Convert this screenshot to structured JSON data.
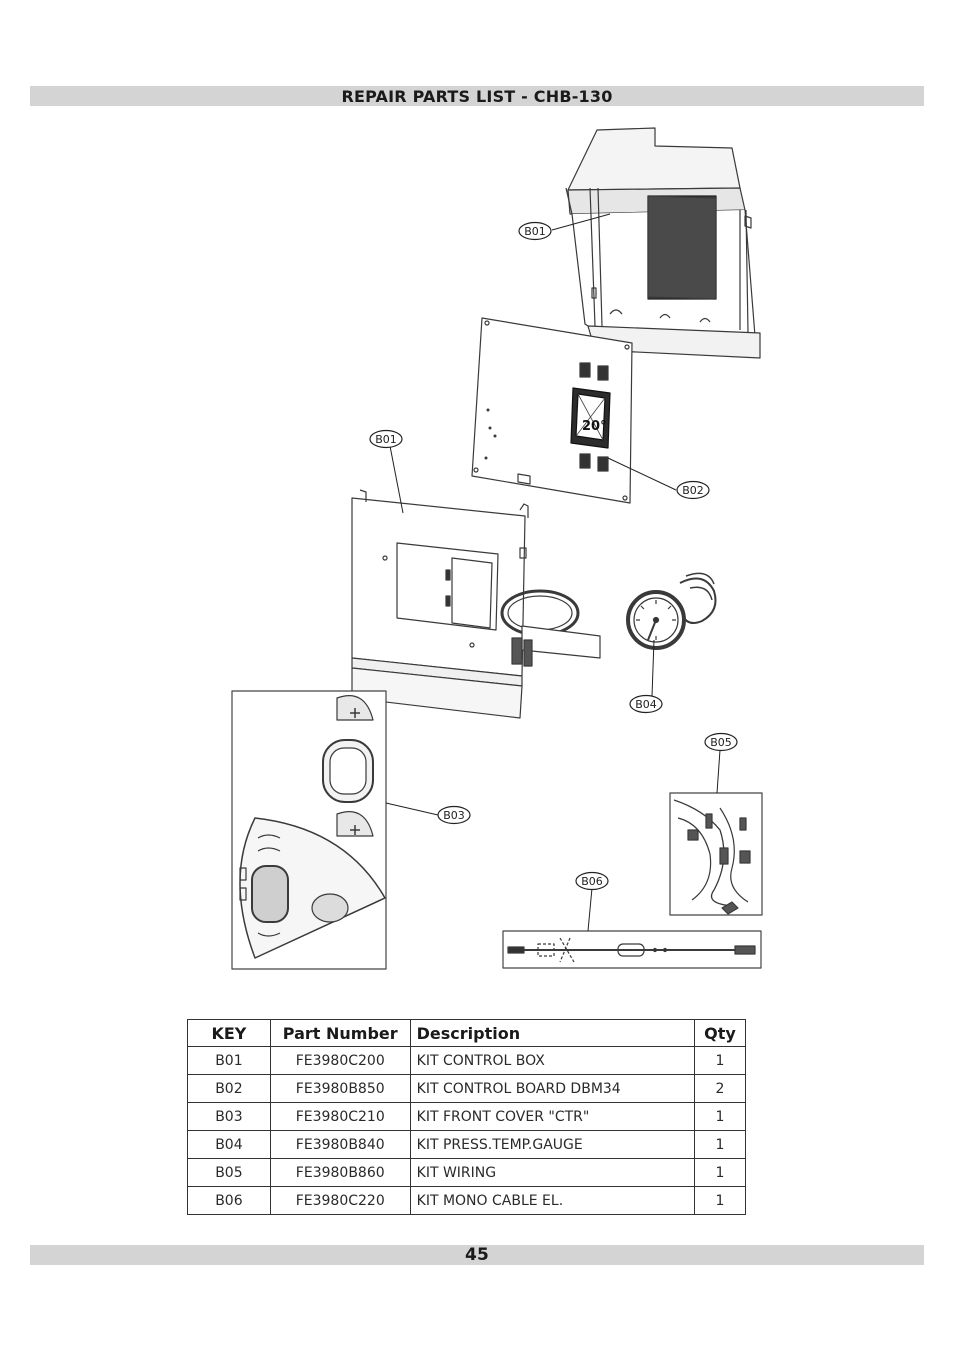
{
  "header": {
    "title": "REPAIR PARTS LIST - CHB-130"
  },
  "diagram": {
    "callouts": [
      "B01",
      "B01",
      "B02",
      "B03",
      "B04",
      "B05",
      "B06"
    ],
    "display_readout": "20°"
  },
  "table": {
    "columns": [
      "KEY",
      "Part Number",
      "Description",
      "Qty"
    ],
    "rows": [
      {
        "key": "B01",
        "part": "FE3980C200",
        "desc": "KIT CONTROL BOX",
        "qty": "1"
      },
      {
        "key": "B02",
        "part": "FE3980B850",
        "desc": "KIT CONTROL BOARD DBM34",
        "qty": "2"
      },
      {
        "key": "B03",
        "part": "FE3980C210",
        "desc": "KIT FRONT COVER \"CTR\"",
        "qty": "1"
      },
      {
        "key": "B04",
        "part": "FE3980B840",
        "desc": "KIT PRESS.TEMP.GAUGE",
        "qty": "1"
      },
      {
        "key": "B05",
        "part": "FE3980B860",
        "desc": "KIT WIRING",
        "qty": "1"
      },
      {
        "key": "B06",
        "part": "FE3980C220",
        "desc": "KIT MONO CABLE EL.",
        "qty": "1"
      }
    ]
  },
  "footer": {
    "page_number": "45"
  }
}
